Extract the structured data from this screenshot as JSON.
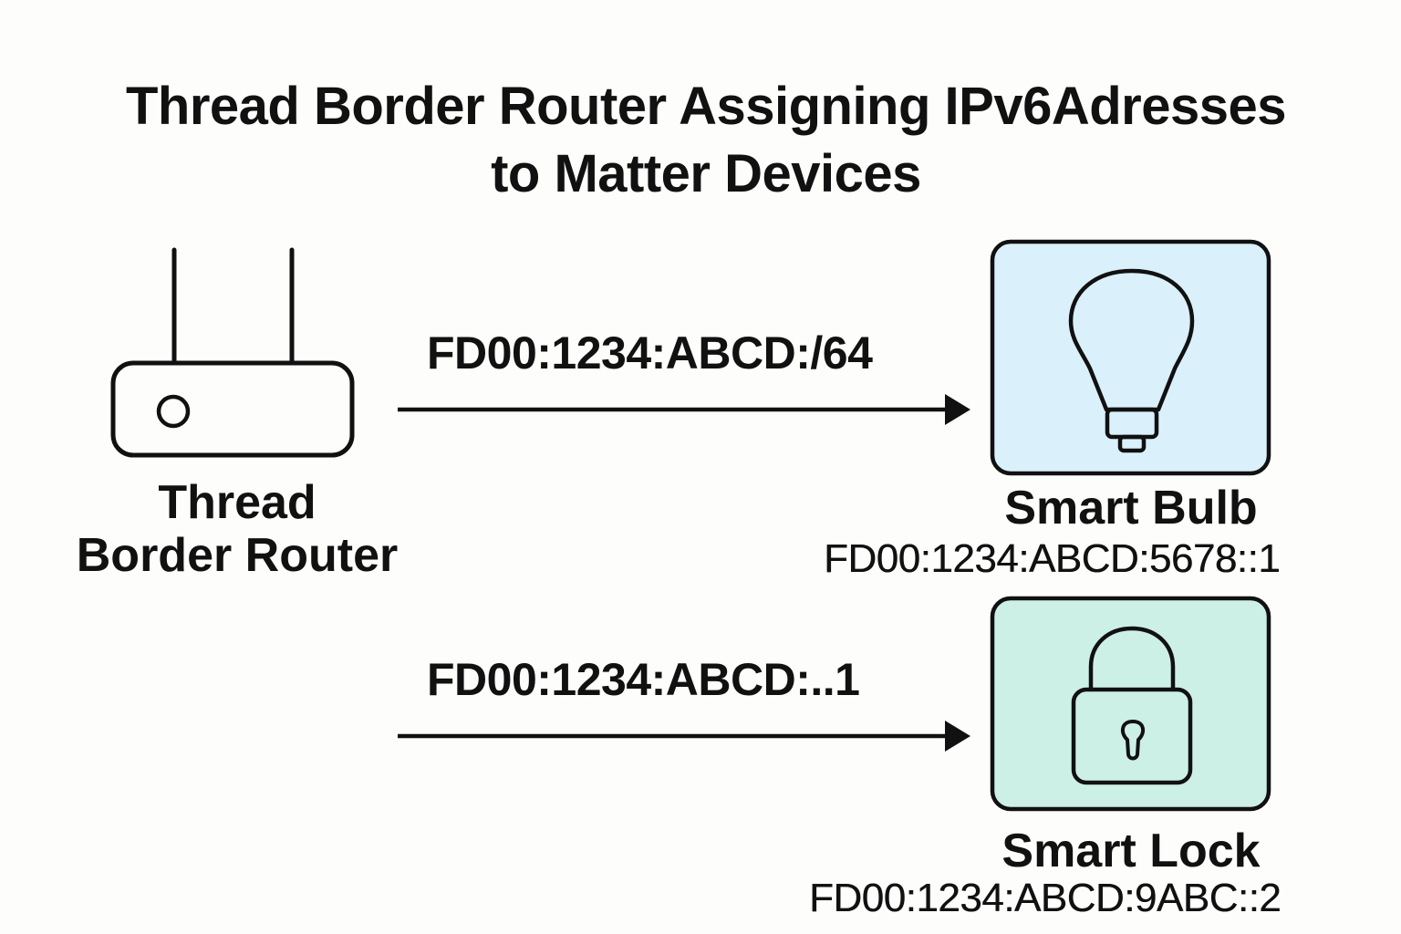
{
  "title": {
    "line1": "Thread Border Router Assigning IPv6Adresses",
    "line2": "to Matter Devices"
  },
  "router": {
    "icon": "router-icon",
    "label_line1": "Thread",
    "label_line2": "Border Router"
  },
  "arrows": [
    {
      "label": "FD00:1234:ABCD:/64",
      "target": "Smart Bulb"
    },
    {
      "label": "FD00:1234:ABCD:..1",
      "target": "Smart Lock"
    }
  ],
  "devices": [
    {
      "name": "Smart Bulb",
      "address": "FD00:1234:ABCD:5678::1",
      "icon": "lightbulb-icon",
      "fill": "#daf0fb"
    },
    {
      "name": "Smart Lock",
      "address": "FD00:1234:ABCD:9ABC::2",
      "icon": "padlock-icon",
      "fill": "#cdf0e6"
    }
  ]
}
